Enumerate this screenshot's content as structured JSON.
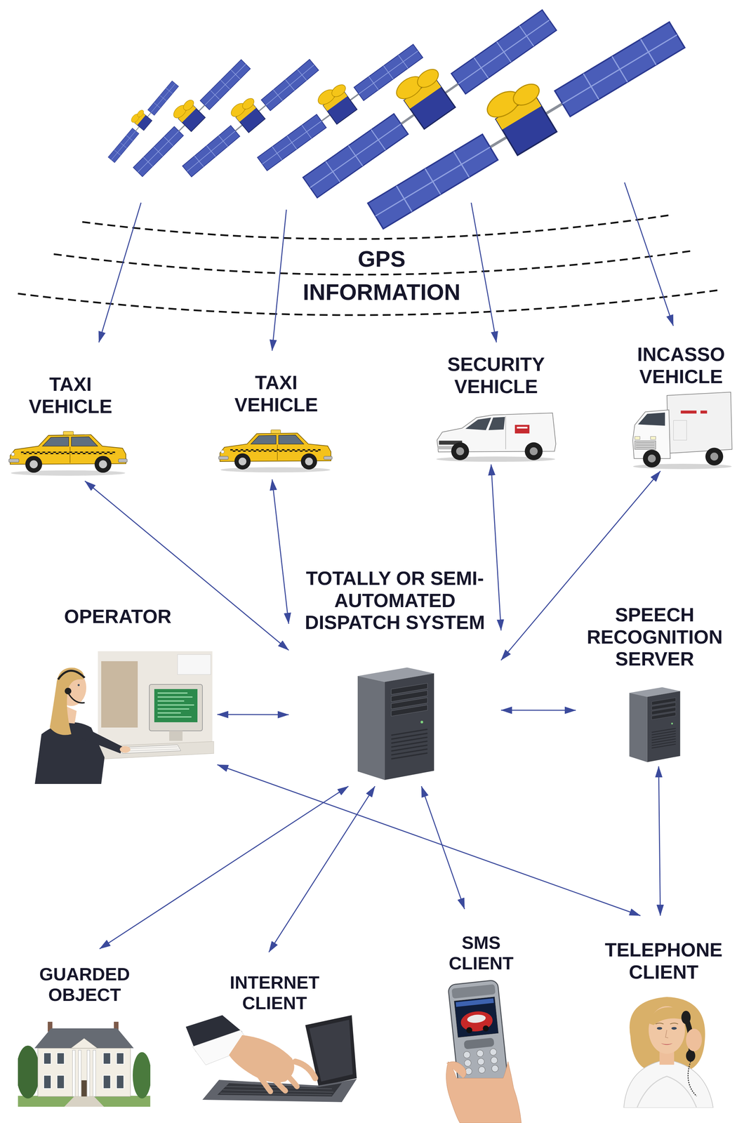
{
  "diagram": {
    "nodes": [
      {
        "text": [
          "TAXI VEHICLE"
        ]
      },
      {
        "text": [
          "TAXI VEHICLE"
        ]
      },
      {
        "text": [
          "SECURITY VEHICLE"
        ]
      },
      {
        "text": [
          "INCASSO VEHICLE"
        ]
      },
      {
        "text": [
          "TOTALLY OR SEMI-AUTOMATED DISPATCH SYSTEM"
        ]
      },
      {
        "text": [
          "OPERATOR"
        ]
      },
      {
        "text": [
          "SPEECH RECOGNITION SERVER"
        ]
      },
      {
        "text": [
          "GUARDED OBJECT"
        ]
      },
      {
        "text": [
          "INTERNET CLIENT"
        ]
      },
      {
        "text": [
          "SMS CLIENT"
        ]
      },
      {
        "text": [
          "TELEPHONE CLIENT"
        ]
      }
    ],
    "edges": [
      {
        "from": 4,
        "to": 0,
        "arrow": "both"
      },
      {
        "from": 4,
        "to": 1,
        "arrow": "both"
      },
      {
        "from": 4,
        "to": 2,
        "arrow": "both"
      },
      {
        "from": 4,
        "to": 3,
        "arrow": "both"
      },
      {
        "from": 5,
        "to": 4,
        "arrow": "both"
      },
      {
        "from": 4,
        "to": 6,
        "arrow": "both"
      },
      {
        "from": 4,
        "to": 7,
        "arrow": "both"
      },
      {
        "from": 4,
        "to": 8,
        "arrow": "both"
      },
      {
        "from": 4,
        "to": 9,
        "arrow": "both"
      },
      {
        "from": 5,
        "to": 10,
        "arrow": "both"
      },
      {
        "from": 6,
        "to": 10,
        "arrow": "both"
      }
    ],
    "labels": [
      "GPS INFORMATION"
    ]
  }
}
